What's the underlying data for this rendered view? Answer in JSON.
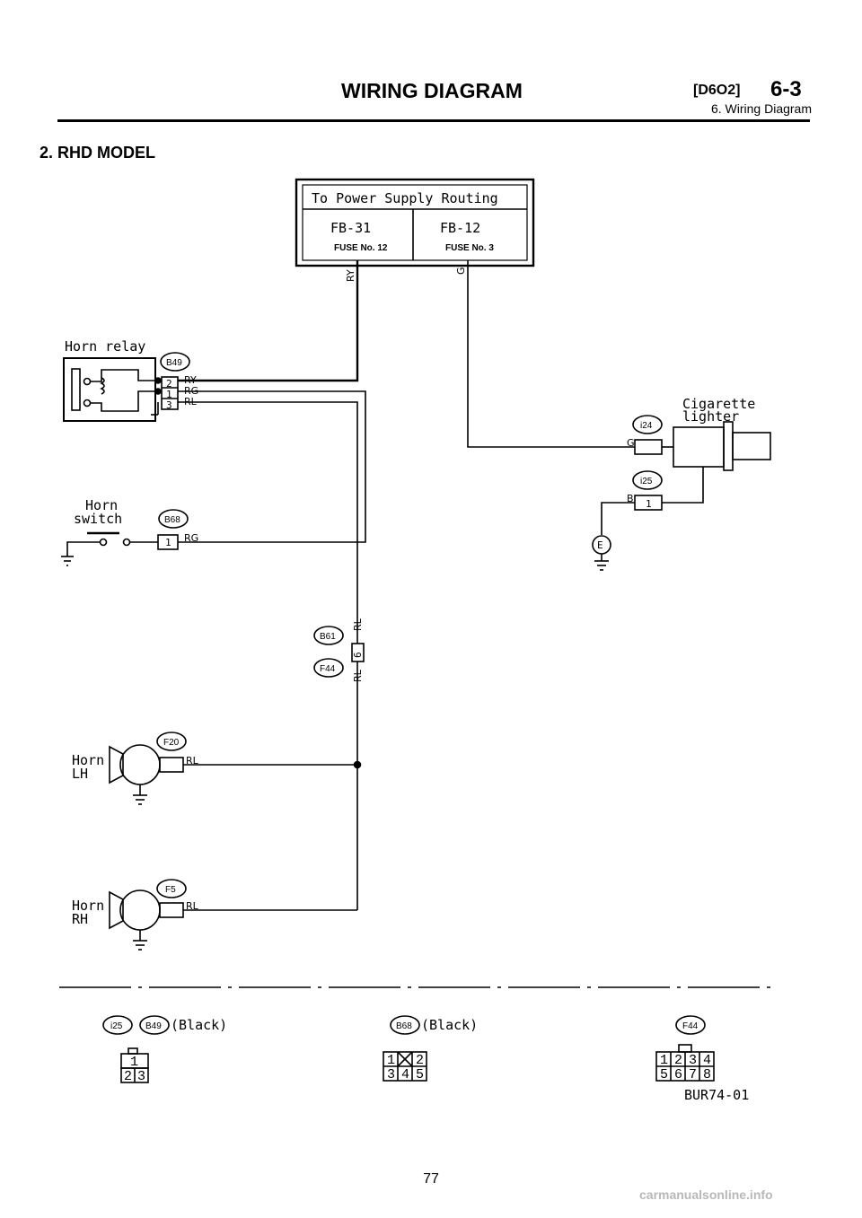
{
  "header": {
    "title": "WIRING DIAGRAM",
    "code": "[D6O2]",
    "section": "6-3",
    "subtitle": "6. Wiring Diagram"
  },
  "section_title": "2. RHD MODEL",
  "power_box": {
    "title": "To Power Supply Routing",
    "left_label": "FB-31",
    "left_fuse": "FUSE No. 12",
    "right_label": "FB-12",
    "right_fuse": "FUSE No. 3"
  },
  "wires": {
    "ry": "RY",
    "g": "G",
    "rg": "RG",
    "rl": "RL",
    "b": "B"
  },
  "components": {
    "horn_relay": "Horn relay",
    "horn_switch_1": "Horn",
    "horn_switch_2": "switch",
    "cig_1": "Cigarette",
    "cig_2": "lighter",
    "horn_lh_1": "Horn",
    "horn_lh_2": "LH",
    "horn_rh_1": "Horn",
    "horn_rh_2": "RH",
    "ground_e": "E"
  },
  "connectors": {
    "b49": "B49",
    "b68": "B68",
    "i24": "i24",
    "i25": "i25",
    "b61": "B61",
    "f44": "F44",
    "f20": "F20",
    "f5": "F5"
  },
  "pins": {
    "p1": "1",
    "p2": "2",
    "p3": "3",
    "p4": "4",
    "p5": "5",
    "p6": "6",
    "p7": "7",
    "p8": "8"
  },
  "legend": {
    "black": "(Black)"
  },
  "figure_code": "BUR74-01",
  "page_number": "77",
  "watermark": "carmanualsonline.info"
}
